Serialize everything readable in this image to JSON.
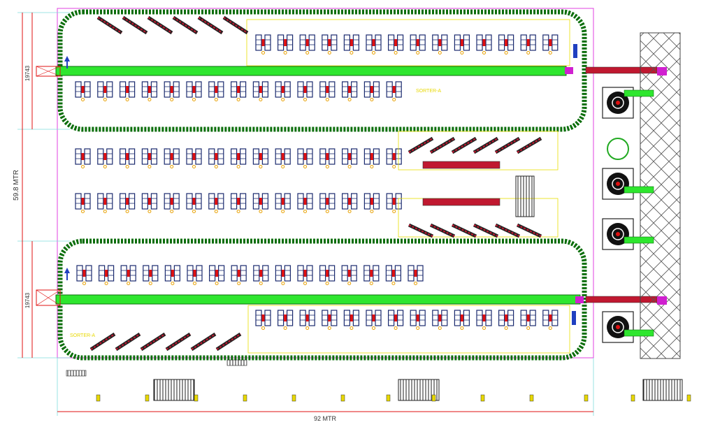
{
  "drawing": {
    "dimensions": {
      "width_label": "92 MTR",
      "height_label": "59.8 MTR",
      "upper_section": "19743",
      "lower_section": "19743"
    },
    "labels": {
      "sorter_a_upper": "SORTER-A",
      "sorter_a_lower": "SORTER-A"
    },
    "colors": {
      "loop": "#0c6e0c",
      "conveyor": "#2ee62e",
      "boundary": "#e040e0",
      "dimension": "#7fdcdc",
      "accent_red": "#e01010",
      "highlight": "#f2ee00"
    }
  }
}
